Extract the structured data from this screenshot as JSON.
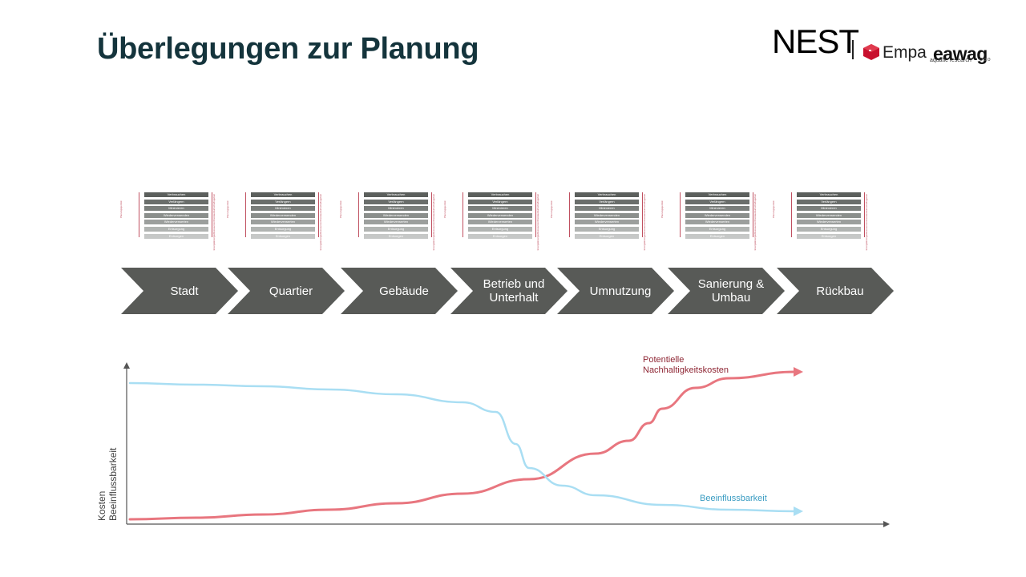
{
  "title": "Überlegungen zur Planung",
  "logo": {
    "nest": "NEST",
    "empa": "Empa",
    "eawag": "eawag",
    "eawag_sub": "aquatic research",
    "eawag_dots": "ooo"
  },
  "mini_diagram": {
    "left_axis_label": "Planungsgenität",
    "right_axis_lines": [
      "Kreislaufwirtschaftsgebiet",
      "Ressourcen",
      "Energie",
      "Energie"
    ],
    "bars": [
      "Verbrauchen",
      "Verlängern",
      "Minimieren",
      "Wiederverwenden",
      "Wiederverwerten",
      "Entsorgung",
      "Entsorgen"
    ],
    "bar_colors": [
      "#5b5f5c",
      "#6a6e6b",
      "#7a7e7b",
      "#8b8f8c",
      "#9c9f9d",
      "#b1b4b2",
      "#c6c8c7"
    ]
  },
  "process_steps": [
    "Stadt",
    "Quartier",
    "Gebäude",
    "Betrieb und\nUnterhalt",
    "Umnutzung",
    "Sanierung &\nUmbau",
    "Rückbau"
  ],
  "chevron_color": "#585a57",
  "chart_data": {
    "type": "line",
    "ylabel_lines": [
      "Kosten",
      "Beeinflussbarkeit"
    ],
    "xlabel": "",
    "series": [
      {
        "name": "Potentielle Nachhaltigkeitskosten",
        "name_lines": [
          "Potentielle",
          "Nachhaltigkeitskosten"
        ],
        "color": "#e8767f",
        "x": [
          0,
          0.1,
          0.2,
          0.3,
          0.4,
          0.5,
          0.6,
          0.7,
          0.75,
          0.78,
          0.8,
          0.85,
          0.9,
          1.0
        ],
        "y": [
          0.03,
          0.04,
          0.06,
          0.09,
          0.13,
          0.19,
          0.28,
          0.44,
          0.52,
          0.63,
          0.72,
          0.85,
          0.91,
          0.95
        ]
      },
      {
        "name": "Beeinflussbarkeit",
        "color": "#a9def3",
        "x": [
          0,
          0.1,
          0.2,
          0.3,
          0.4,
          0.5,
          0.55,
          0.58,
          0.6,
          0.65,
          0.7,
          0.8,
          0.9,
          1.0
        ],
        "y": [
          0.88,
          0.87,
          0.86,
          0.84,
          0.81,
          0.76,
          0.7,
          0.5,
          0.35,
          0.24,
          0.18,
          0.12,
          0.09,
          0.08
        ]
      }
    ],
    "grid": false
  }
}
